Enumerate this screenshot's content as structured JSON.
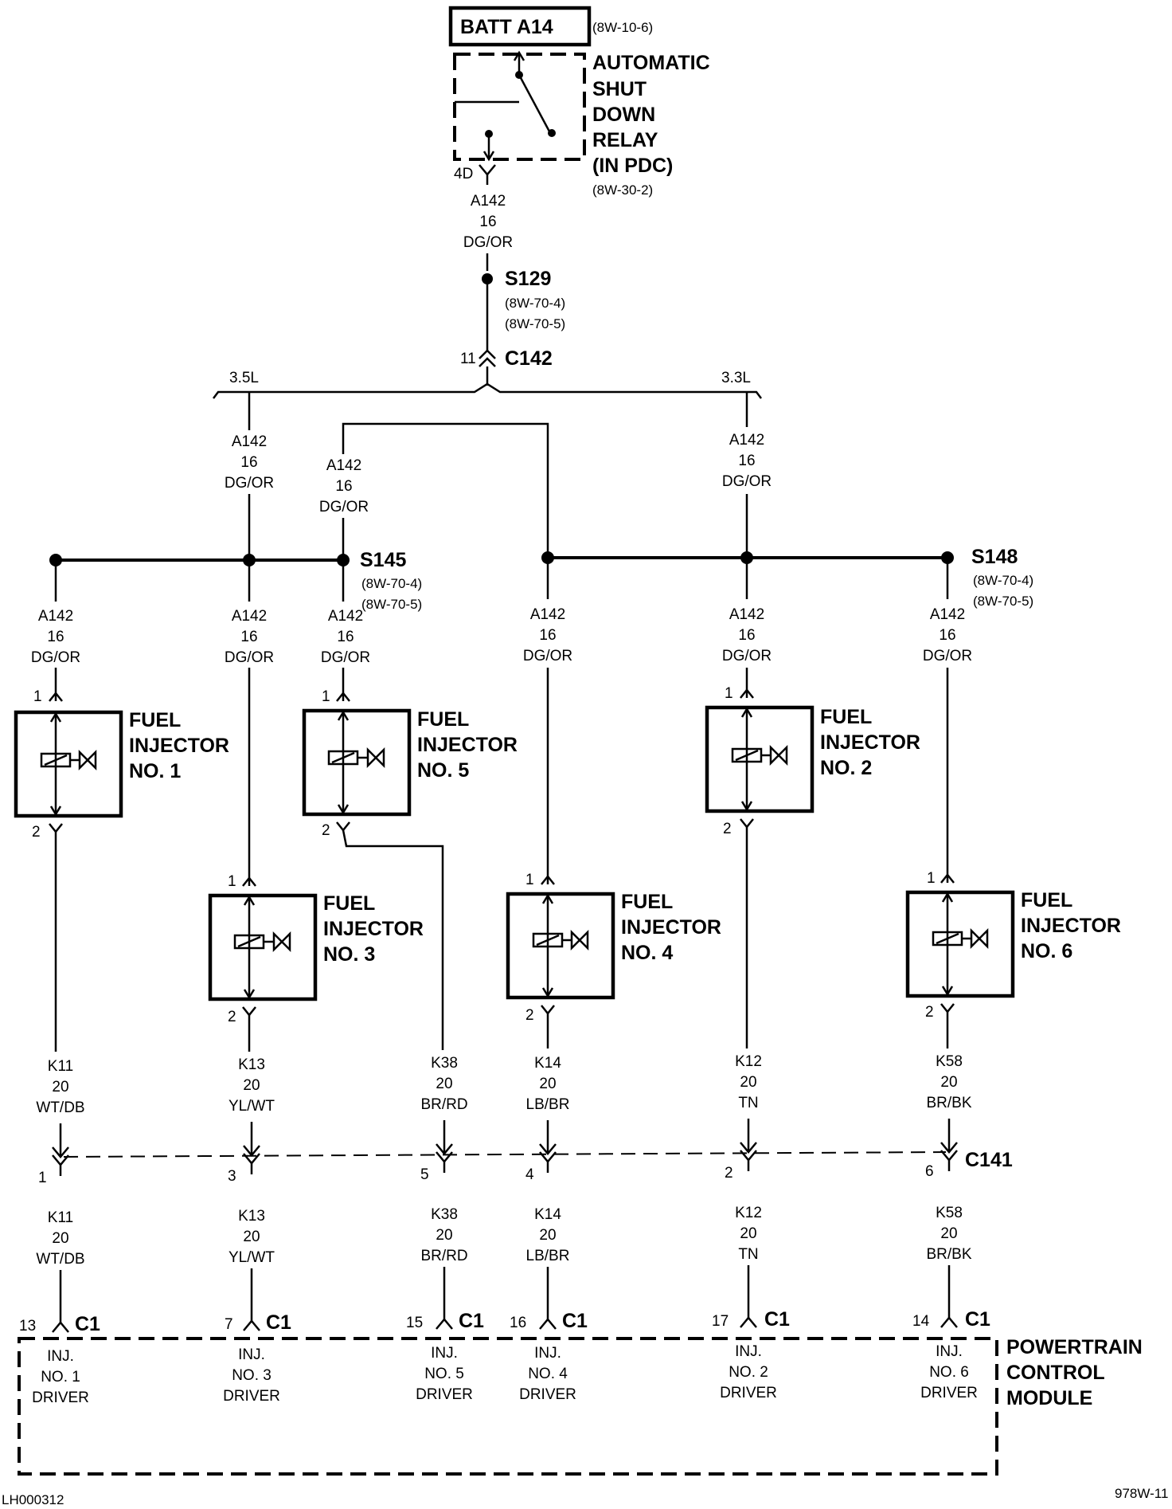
{
  "battery": {
    "label": "BATT A14",
    "ref": "(8W-10-6)"
  },
  "asd_relay": {
    "lines": [
      "AUTOMATIC",
      "SHUT",
      "DOWN",
      "RELAY",
      "(IN PDC)"
    ],
    "ref": "(8W-30-2)",
    "pin": "4D"
  },
  "top_wire": {
    "circuit": "A142",
    "gauge": "16",
    "color": "DG/OR"
  },
  "s129": {
    "label": "S129",
    "refs": [
      "(8W-70-4)",
      "(8W-70-5)"
    ]
  },
  "c142": {
    "label": "C142",
    "pin": "11"
  },
  "engine_35": "3.5L",
  "engine_33": "3.3L",
  "s145": {
    "label": "S145",
    "refs": [
      "(8W-70-4)",
      "(8W-70-5)"
    ]
  },
  "s148": {
    "label": "S148",
    "refs": [
      "(8W-70-4)",
      "(8W-70-5)"
    ]
  },
  "feed_wires": {
    "w_35": {
      "circuit": "A142",
      "gauge": "16",
      "color": "DG/OR"
    },
    "w_s145": {
      "circuit": "A142",
      "gauge": "16",
      "color": "DG/OR"
    },
    "w_33": {
      "circuit": "A142",
      "gauge": "16",
      "color": "DG/OR"
    },
    "inj1": {
      "circuit": "A142",
      "gauge": "16",
      "color": "DG/OR"
    },
    "inj3": {
      "circuit": "A142",
      "gauge": "16",
      "color": "DG/OR"
    },
    "inj5": {
      "circuit": "A142",
      "gauge": "16",
      "color": "DG/OR"
    },
    "inj4": {
      "circuit": "A142",
      "gauge": "16",
      "color": "DG/OR"
    },
    "inj2": {
      "circuit": "A142",
      "gauge": "16",
      "color": "DG/OR"
    },
    "inj6": {
      "circuit": "A142",
      "gauge": "16",
      "color": "DG/OR"
    }
  },
  "injectors": {
    "inj1": {
      "lines": [
        "FUEL",
        "INJECTOR",
        "NO. 1"
      ],
      "pin_in": "1",
      "pin_out": "2"
    },
    "inj5": {
      "lines": [
        "FUEL",
        "INJECTOR",
        "NO. 5"
      ],
      "pin_in": "1",
      "pin_out": "2"
    },
    "inj2": {
      "lines": [
        "FUEL",
        "INJECTOR",
        "NO. 2"
      ],
      "pin_in": "1",
      "pin_out": "2"
    },
    "inj3": {
      "lines": [
        "FUEL",
        "INJECTOR",
        "NO. 3"
      ],
      "pin_in": "1",
      "pin_out": "2"
    },
    "inj4": {
      "lines": [
        "FUEL",
        "INJECTOR",
        "NO. 4"
      ],
      "pin_in": "1",
      "pin_out": "2"
    },
    "inj6": {
      "lines": [
        "FUEL",
        "INJECTOR",
        "NO. 6"
      ],
      "pin_in": "1",
      "pin_out": "2"
    }
  },
  "driver_wires": {
    "c1": {
      "circuit": "K11",
      "gauge": "20",
      "color": "WT/DB"
    },
    "c3": {
      "circuit": "K13",
      "gauge": "20",
      "color": "YL/WT"
    },
    "c5": {
      "circuit": "K38",
      "gauge": "20",
      "color": "BR/RD"
    },
    "c4": {
      "circuit": "K14",
      "gauge": "20",
      "color": "LB/BR"
    },
    "c2": {
      "circuit": "K12",
      "gauge": "20",
      "color": "TN"
    },
    "c6": {
      "circuit": "K58",
      "gauge": "20",
      "color": "BR/BK"
    }
  },
  "c141": {
    "label": "C141",
    "pins": {
      "c1": "1",
      "c3": "3",
      "c5": "5",
      "c4": "4",
      "c2": "2",
      "c6": "6"
    }
  },
  "pcm": {
    "lines": [
      "POWERTRAIN",
      "CONTROL",
      "MODULE"
    ],
    "connector": "C1",
    "pins": {
      "c1": "13",
      "c3": "7",
      "c5": "15",
      "c4": "16",
      "c2": "17",
      "c6": "14"
    },
    "drivers": {
      "c1": [
        "INJ.",
        "NO. 1",
        "DRIVER"
      ],
      "c3": [
        "INJ.",
        "NO. 3",
        "DRIVER"
      ],
      "c5": [
        "INJ.",
        "NO. 5",
        "DRIVER"
      ],
      "c4": [
        "INJ.",
        "NO. 4",
        "DRIVER"
      ],
      "c2": [
        "INJ.",
        "NO. 2",
        "DRIVER"
      ],
      "c6": [
        "INJ.",
        "NO. 6",
        "DRIVER"
      ]
    }
  },
  "footer": {
    "left": "LH000312",
    "right": "978W-11"
  }
}
